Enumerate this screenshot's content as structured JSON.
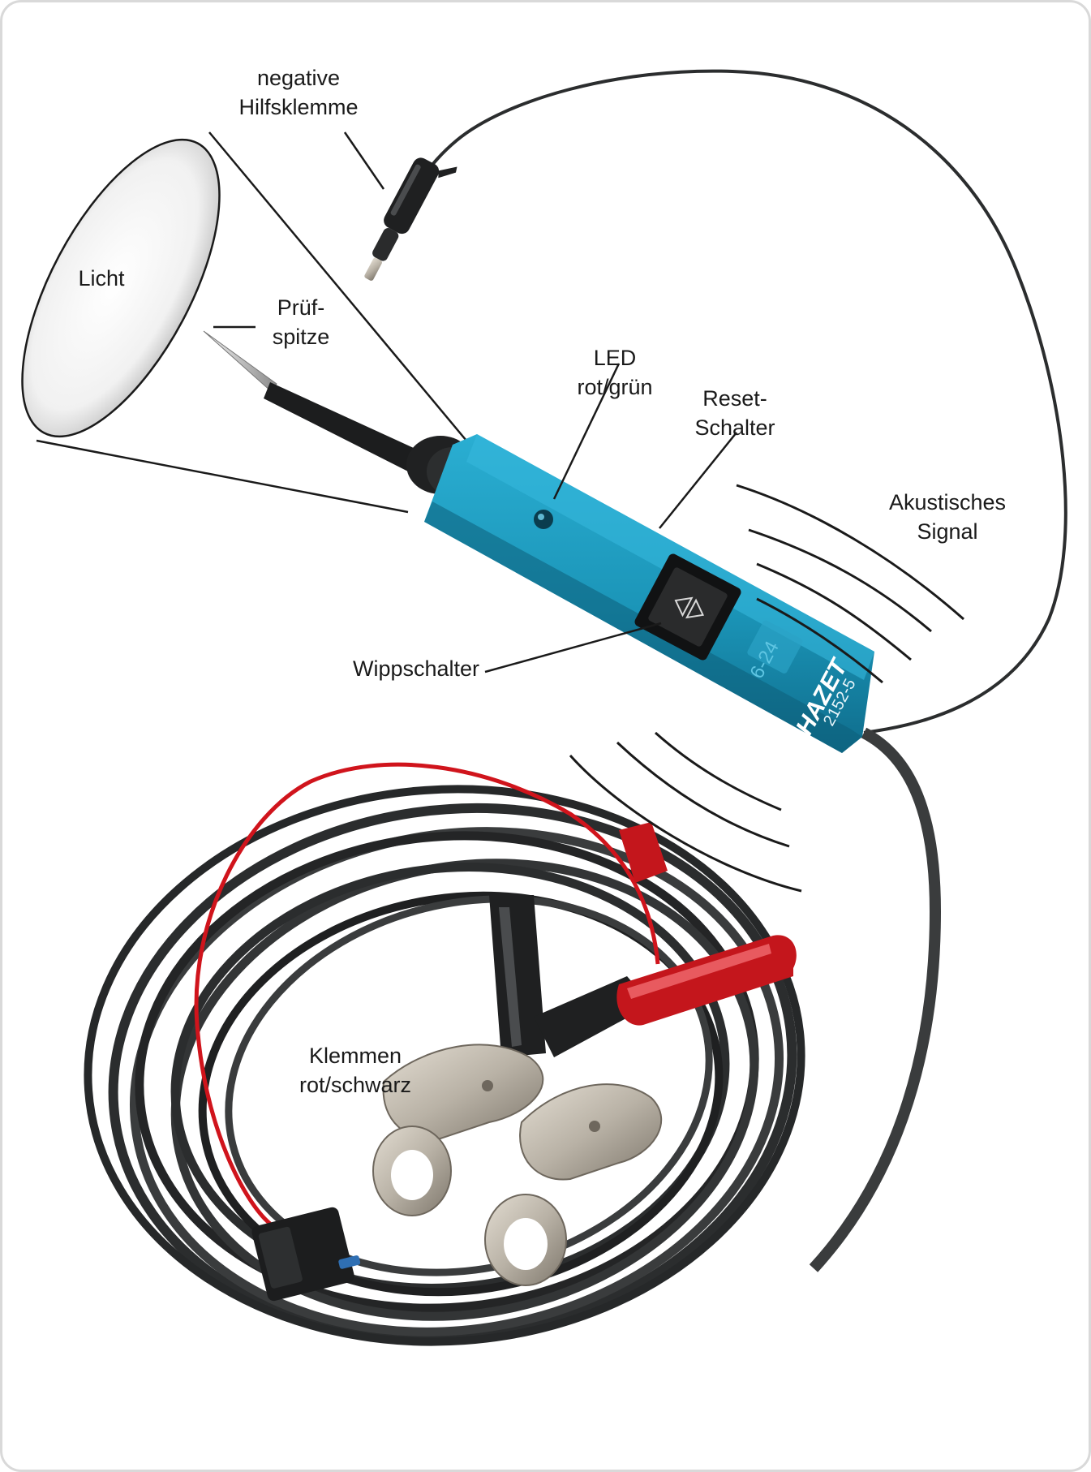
{
  "labels": {
    "negative_clamp": [
      "negative",
      "Hilfsklemme"
    ],
    "light": [
      "Licht"
    ],
    "probe_tip": [
      "Prüf-",
      "spitze"
    ],
    "led": [
      "LED",
      "rot/grün"
    ],
    "reset_switch": [
      "Reset-",
      "Schalter"
    ],
    "acoustic_signal": [
      "Akustisches",
      "Signal"
    ],
    "rocker_switch": [
      "Wippschalter"
    ],
    "clamps": [
      "Klemmen",
      "rot/schwarz"
    ]
  },
  "device": {
    "brand": "HAZET",
    "model": "2152-5",
    "voltage": "6-24"
  },
  "colors": {
    "device_body": "#1b95b8",
    "device_shadow": "#0f6d8c",
    "cable": "#2b2d2e",
    "red_wire": "#d0141c",
    "clamp_metal": "#b9b2a6",
    "label_text": "#1a1a1a",
    "pointer_line": "#1a1a1a"
  },
  "icons": [
    "rocker-switch-icon",
    "led-indicator-icon",
    "sound-wave-icon",
    "light-cone-icon"
  ]
}
